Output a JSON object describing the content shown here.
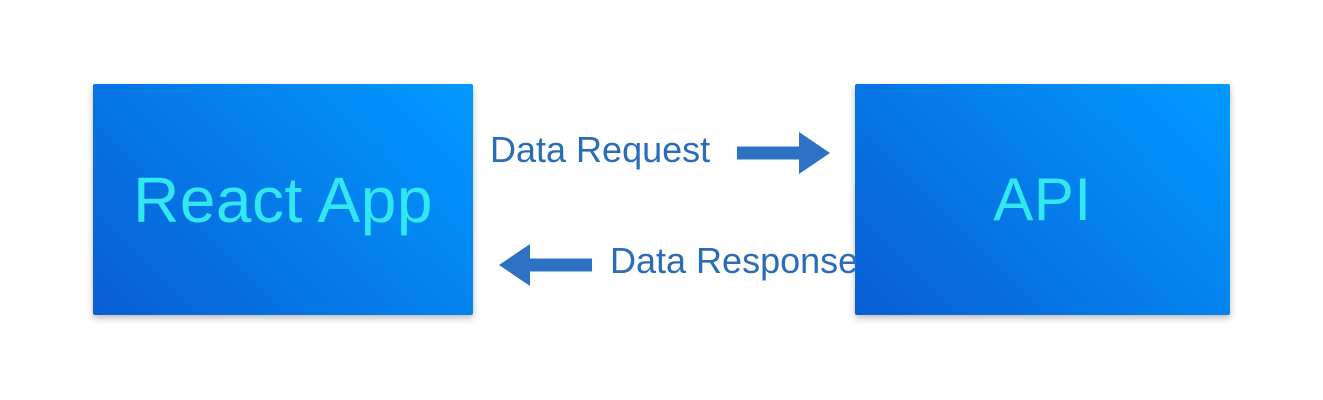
{
  "colors": {
    "background": "#ffffff",
    "box_grad_dark": "#0a5ed4",
    "box_grad_light": "#009aff",
    "box_text": "#31e8f2",
    "label_text": "#2b6cb9",
    "arrow": "#2e72c3"
  },
  "nodes": {
    "left": {
      "label": "React App"
    },
    "right": {
      "label": "API"
    }
  },
  "flows": {
    "request": {
      "label": "Data Request",
      "direction": "right",
      "icon": "arrow-right-icon"
    },
    "response": {
      "label": "Data Response",
      "direction": "left",
      "icon": "arrow-left-icon"
    }
  }
}
